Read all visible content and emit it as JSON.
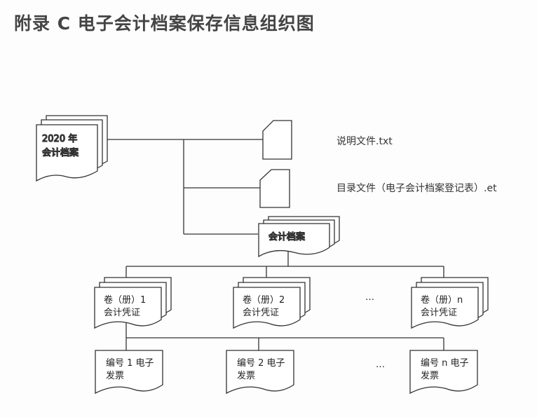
{
  "title": "附录 C  电子会计档案保存信息组织图",
  "root": {
    "line1": "2020 年",
    "line2": "会计档案"
  },
  "files": {
    "readme": "说明文件.txt",
    "catalog": "目录文件（电子会计档案登记表）.et"
  },
  "archive": {
    "label": "会计档案"
  },
  "volumes": [
    {
      "line1": "卷（册）1",
      "line2": "会计凭证"
    },
    {
      "line1": "卷（册）2",
      "line2": "会计凭证"
    },
    {
      "line1": "卷（册）n",
      "line2": "会计凭证"
    }
  ],
  "volume_ellipsis": "…",
  "invoices": [
    {
      "line1": "编号 1 电子",
      "line2": "发票"
    },
    {
      "line1": "编号 2 电子",
      "line2": "发票"
    },
    {
      "line1": "编号 n 电子",
      "line2": "发票"
    }
  ],
  "invoice_ellipsis": "…",
  "colors": {
    "line": "#333333",
    "fill": "#ffffff",
    "background": "#fdfdfd"
  }
}
